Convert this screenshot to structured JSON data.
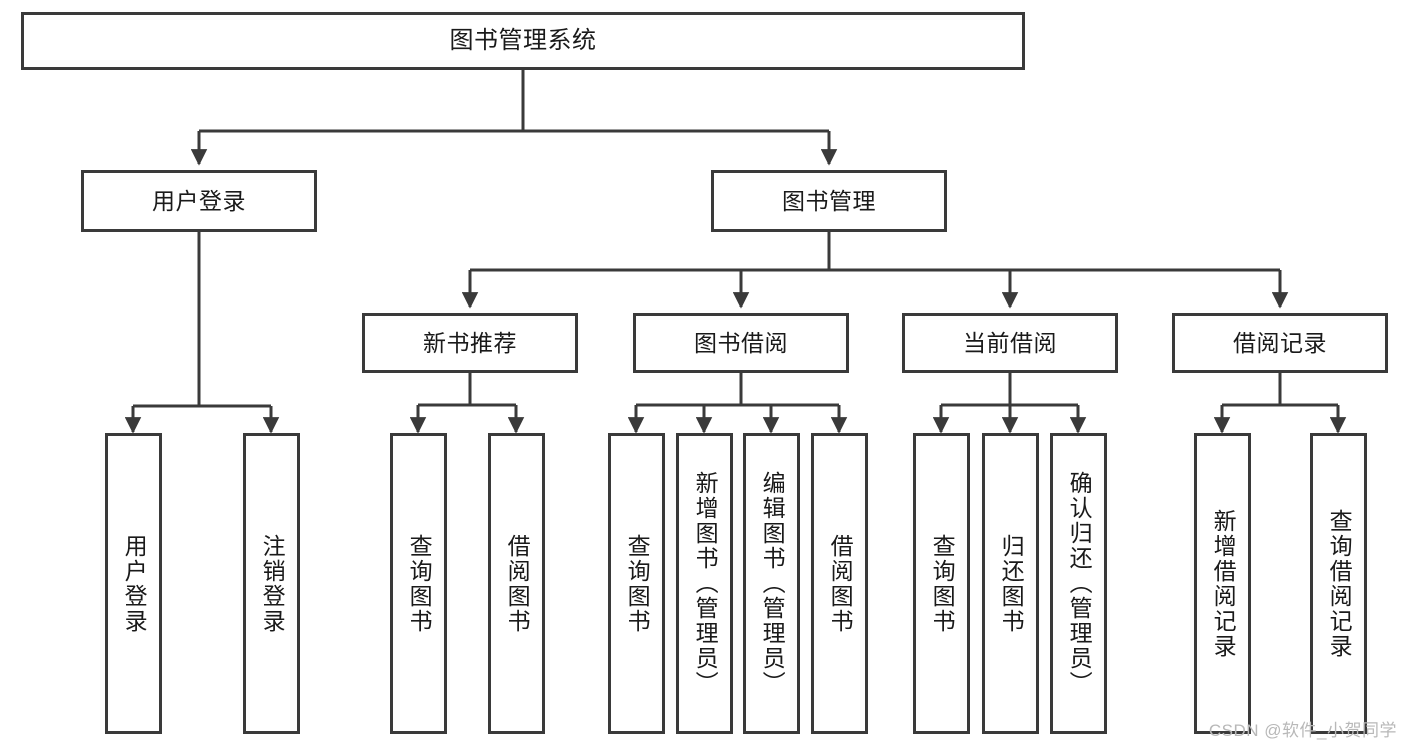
{
  "diagram": {
    "title": "图书管理系统",
    "type": "tree-hierarchy-diagram",
    "stroke_color": "#3a3a3a",
    "fill_color": "#ffffff",
    "text_color": "#1a1a1a"
  },
  "root": {
    "label": "图书管理系统"
  },
  "level2": [
    {
      "label": "用户登录"
    },
    {
      "label": "图书管理"
    }
  ],
  "level3": [
    {
      "label": "新书推荐"
    },
    {
      "label": "图书借阅"
    },
    {
      "label": "当前借阅"
    },
    {
      "label": "借阅记录"
    }
  ],
  "leaves": {
    "user_login": [
      {
        "label": "用户登录"
      },
      {
        "label": "注销登录"
      }
    ],
    "new_book_recommend": [
      {
        "label": "查询图书"
      },
      {
        "label": "借阅图书"
      }
    ],
    "book_borrow": [
      {
        "label": "查询图书"
      },
      {
        "label": "新增图书（管理员）"
      },
      {
        "label": "编辑图书（管理员）"
      },
      {
        "label": "借阅图书"
      }
    ],
    "current_borrow": [
      {
        "label": "查询图书"
      },
      {
        "label": "归还图书"
      },
      {
        "label": "确认归还（管理员）"
      }
    ],
    "borrow_record": [
      {
        "label": "新增借阅记录"
      },
      {
        "label": "查询借阅记录"
      }
    ]
  },
  "watermark": {
    "text": "CSDN @软件_小贺同学"
  }
}
